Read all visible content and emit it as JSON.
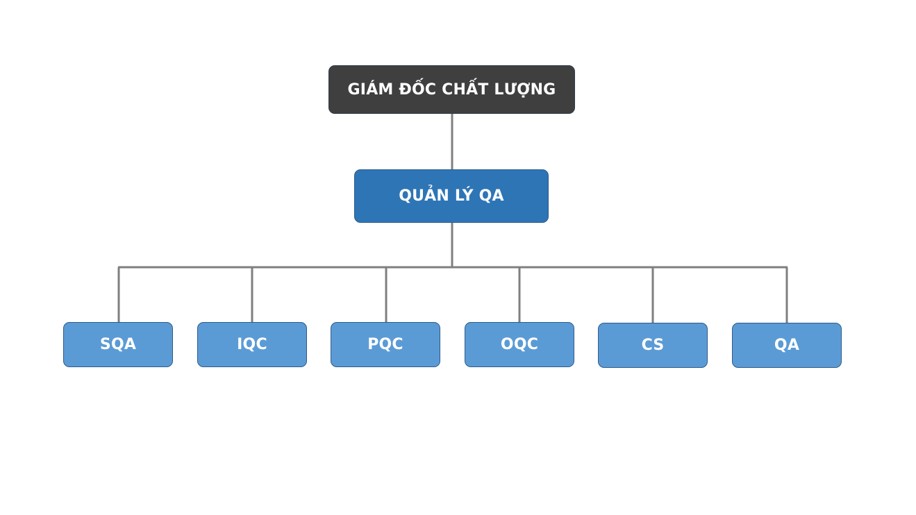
{
  "diagram": {
    "type": "org-chart",
    "colors": {
      "director_fill": "#3f3f3f",
      "manager_fill": "#2e75b6",
      "child_fill": "#5b9bd5",
      "connector": "#7f7f7f",
      "text": "#ffffff"
    },
    "root": {
      "label": "GIÁM ĐỐC CHẤT LƯỢNG"
    },
    "manager": {
      "label": "QUẢN LÝ QA"
    },
    "children": [
      {
        "label": "SQA"
      },
      {
        "label": "IQC"
      },
      {
        "label": "PQC"
      },
      {
        "label": "OQC"
      },
      {
        "label": "CS"
      },
      {
        "label": "QA"
      }
    ],
    "edges": [
      [
        "GIÁM ĐỐC CHẤT LƯỢNG",
        "QUẢN LÝ QA"
      ],
      [
        "QUẢN LÝ QA",
        "SQA"
      ],
      [
        "QUẢN LÝ QA",
        "IQC"
      ],
      [
        "QUẢN LÝ QA",
        "PQC"
      ],
      [
        "QUẢN LÝ QA",
        "OQC"
      ],
      [
        "QUẢN LÝ QA",
        "CS"
      ],
      [
        "QUẢN LÝ QA",
        "QA"
      ]
    ]
  }
}
